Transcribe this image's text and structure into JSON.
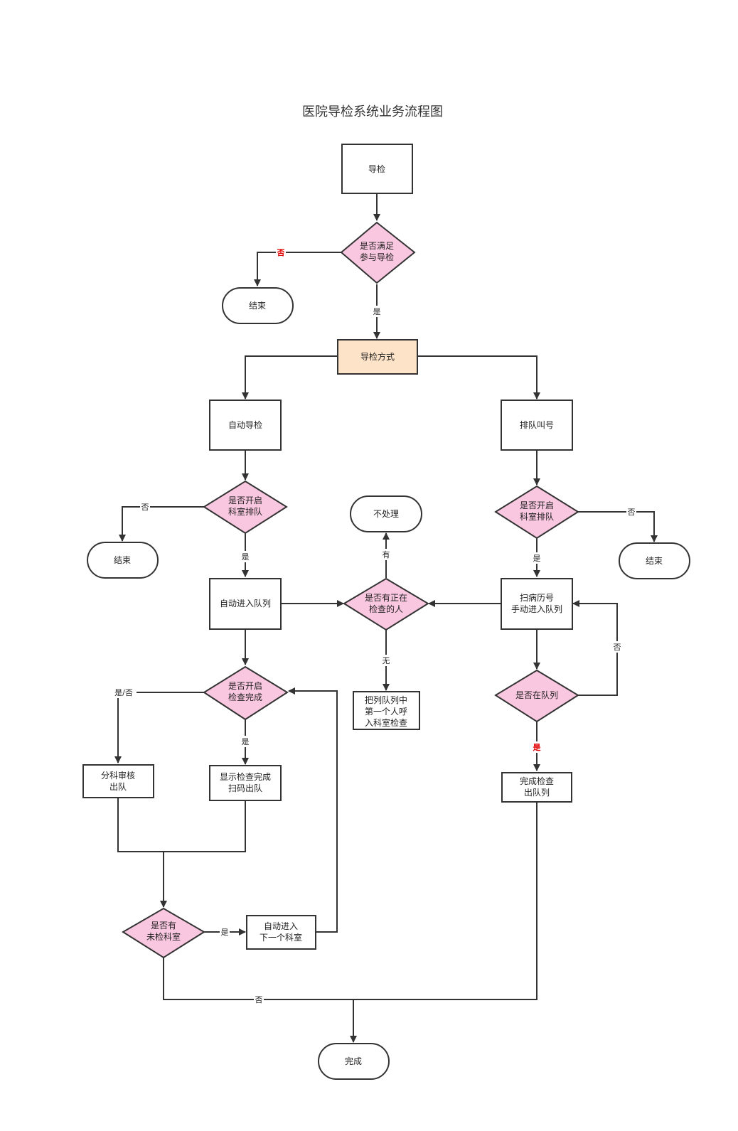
{
  "title": "医院导检系统业务流程图",
  "nodes": {
    "start": "导检",
    "d_qualify": [
      "是否满足",
      "参与导检"
    ],
    "end_1": "结束",
    "method": "导检方式",
    "auto_guide": "自动导检",
    "queue_call": "排队叫号",
    "d_auto_queue": [
      "是否开启",
      "科室排队"
    ],
    "d_call_queue": [
      "是否开启",
      "科室排队"
    ],
    "end_2": "结束",
    "end_3": "结束",
    "no_process": "不处理",
    "auto_enter": "自动进入队列",
    "d_checking": [
      "是否有正在",
      "检查的人"
    ],
    "scan_enter": [
      "扫病历号",
      "手动进入队列"
    ],
    "call_first": [
      "把列队列中",
      "第一个人呼",
      "入科室检查"
    ],
    "d_check_done": [
      "是否开启",
      "检查完成"
    ],
    "d_in_queue": "是否在队列",
    "dept_review": [
      "分科审核",
      "出队"
    ],
    "show_done": [
      "显示检查完成",
      "扫码出队"
    ],
    "finish_exit": [
      "完成检查",
      "出队列"
    ],
    "d_unchecked": [
      "是否有",
      "未检科室"
    ],
    "auto_next": [
      "自动进入",
      "下一个科室"
    ],
    "complete": "完成"
  },
  "edge_labels": {
    "qualify_no": "否",
    "qualify_yes": "是",
    "auto_queue_no": "否",
    "auto_queue_yes": "是",
    "call_queue_no": "否",
    "call_queue_yes": "是",
    "checking_yes": "有",
    "checking_no": "无",
    "check_done_yesno": "是/否",
    "check_done_yes": "是",
    "in_queue_no": "否",
    "in_queue_yes": "是",
    "unchecked_yes": "是",
    "unchecked_no": "否"
  },
  "colors": {
    "stroke": "#333333",
    "diamond_fill": "#f9c7e0",
    "method_fill": "#fde3c7",
    "highlight_label": "#e00000"
  }
}
